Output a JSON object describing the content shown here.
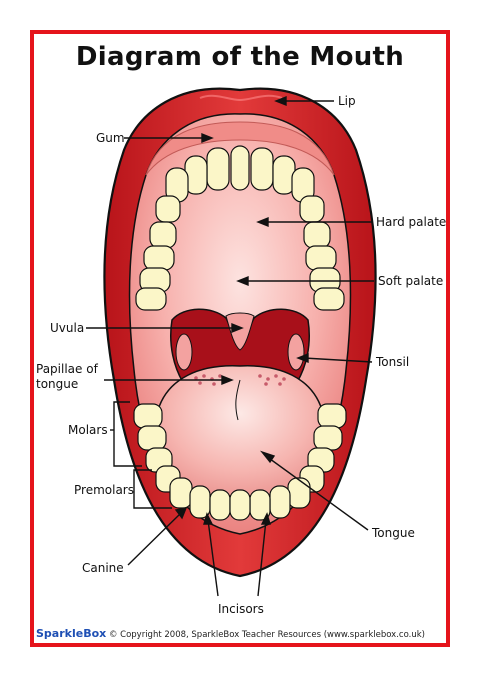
{
  "title": "Diagram of the Mouth",
  "labels": {
    "lip": "Lip",
    "gum": "Gum",
    "hard_palate": "Hard palate",
    "soft_palate": "Soft palate",
    "uvula": "Uvula",
    "tonsil": "Tonsil",
    "papillae_line1": "Papillae of",
    "papillae_line2": "tongue",
    "molars": "Molars",
    "premolars": "Premolars",
    "canine": "Canine",
    "tongue": "Tongue",
    "incisors": "Incisors"
  },
  "footer": {
    "brand": "SparkleBox",
    "copyright": "© Copyright 2008, SparkleBox Teacher Resources (www.sparklebox.co.uk)"
  },
  "colors": {
    "border": "#e5141b",
    "lip": "#d9262b",
    "mouth_inner": "#f5a3a3",
    "tooth": "#fbf6c8",
    "throat": "#a8101a",
    "brand": "#1e4fb4"
  }
}
